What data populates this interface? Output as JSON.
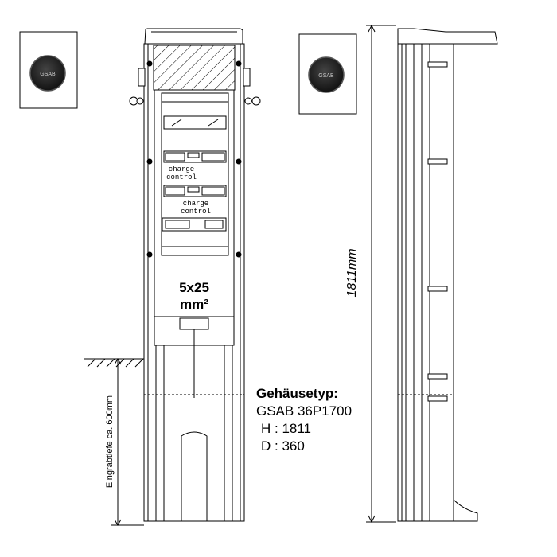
{
  "logo": {
    "text": "GSAB"
  },
  "modules": [
    {
      "label_line1": "charge",
      "label_line2": "control"
    },
    {
      "label_line1": "charge",
      "label_line2": "control"
    }
  ],
  "cable": {
    "line1": "5x25",
    "line2": "mm²"
  },
  "dimensions": {
    "height_label": "1811mm",
    "depth_label": "Eingrabtiefe ca. 600mm"
  },
  "spec": {
    "title": "Gehäusetyp:",
    "model": "GSAB 36P1700",
    "height": "H : 1811",
    "diameter": "D : 360"
  },
  "colors": {
    "line": "#000000",
    "logo_fill": "#222222",
    "logo_text": "#cccccc"
  }
}
